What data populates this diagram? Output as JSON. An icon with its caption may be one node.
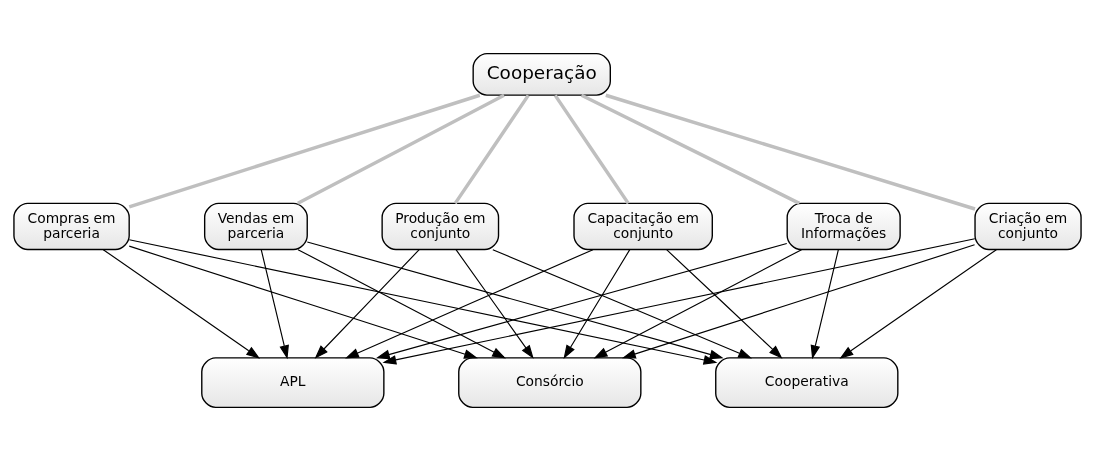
{
  "diagram": {
    "nodes": [
      {
        "text": [
          "Cooperação"
        ]
      },
      {
        "text": [
          "Compras em parceria"
        ]
      },
      {
        "text": [
          "Vendas em parceria"
        ]
      },
      {
        "text": [
          "Produção em conjunto"
        ]
      },
      {
        "text": [
          "Capacitação em conjunto"
        ]
      },
      {
        "text": [
          "Troca de Informações"
        ]
      },
      {
        "text": [
          "Criação em conjunto"
        ]
      },
      {
        "text": [
          "APL"
        ]
      },
      {
        "text": [
          "Consórcio"
        ]
      },
      {
        "text": [
          "Cooperativa"
        ]
      }
    ],
    "edges": [
      {
        "from": 0,
        "to": 1,
        "arrow": "none",
        "style": "thick",
        "color": "#bfbfbf"
      },
      {
        "from": 0,
        "to": 2,
        "arrow": "none",
        "style": "thick",
        "color": "#bfbfbf"
      },
      {
        "from": 0,
        "to": 3,
        "arrow": "none",
        "style": "thick",
        "color": "#bfbfbf"
      },
      {
        "from": 0,
        "to": 4,
        "arrow": "none",
        "style": "thick",
        "color": "#bfbfbf"
      },
      {
        "from": 0,
        "to": 5,
        "arrow": "none",
        "style": "thick",
        "color": "#bfbfbf"
      },
      {
        "from": 0,
        "to": 6,
        "arrow": "none",
        "style": "thick",
        "color": "#bfbfbf"
      },
      {
        "from": 1,
        "to": 7,
        "arrow": "to"
      },
      {
        "from": 1,
        "to": 8,
        "arrow": "to"
      },
      {
        "from": 1,
        "to": 9,
        "arrow": "to"
      },
      {
        "from": 2,
        "to": 7,
        "arrow": "to"
      },
      {
        "from": 2,
        "to": 8,
        "arrow": "to"
      },
      {
        "from": 2,
        "to": 9,
        "arrow": "to"
      },
      {
        "from": 3,
        "to": 7,
        "arrow": "to"
      },
      {
        "from": 3,
        "to": 8,
        "arrow": "to"
      },
      {
        "from": 3,
        "to": 9,
        "arrow": "to"
      },
      {
        "from": 4,
        "to": 7,
        "arrow": "to"
      },
      {
        "from": 4,
        "to": 8,
        "arrow": "to"
      },
      {
        "from": 4,
        "to": 9,
        "arrow": "to"
      },
      {
        "from": 5,
        "to": 7,
        "arrow": "to"
      },
      {
        "from": 5,
        "to": 8,
        "arrow": "to"
      },
      {
        "from": 5,
        "to": 9,
        "arrow": "to"
      },
      {
        "from": 6,
        "to": 7,
        "arrow": "to"
      },
      {
        "from": 6,
        "to": 8,
        "arrow": "to"
      },
      {
        "from": 6,
        "to": 9,
        "arrow": "to"
      }
    ]
  }
}
